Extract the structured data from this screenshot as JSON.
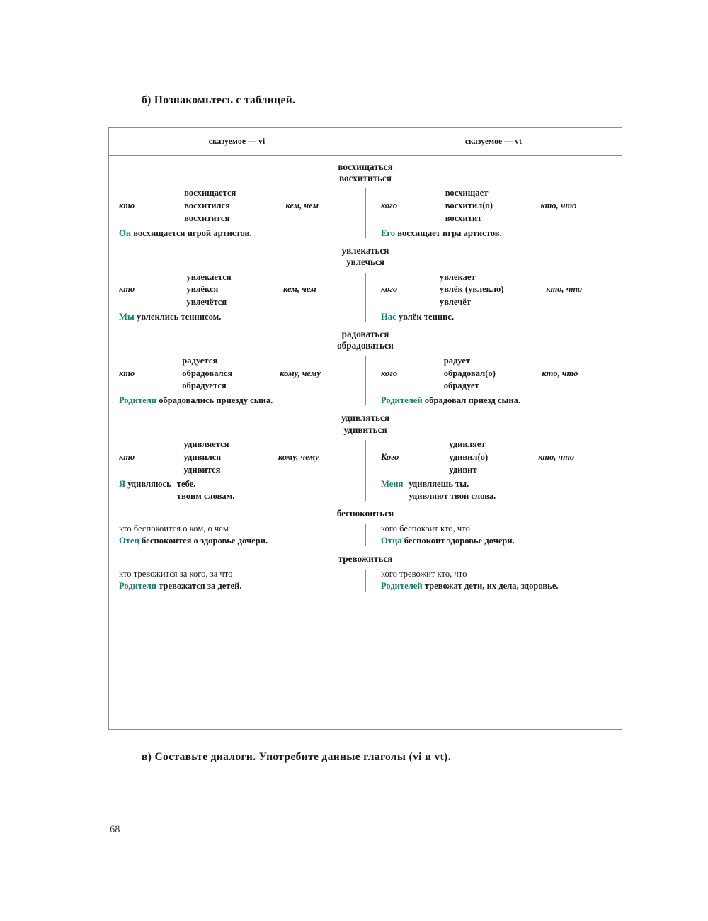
{
  "page": {
    "number": "68",
    "instruction_b": "б) Познакомьтесь с таблицей.",
    "instruction_v": "в) Составьте диалоги. Употребите данные глаголы (vi и vt)."
  },
  "table": {
    "header": {
      "left": "сказуемое — vi",
      "right": "сказуемое — vt"
    },
    "blocks": [
      {
        "infinitive_vi": "восхищаться",
        "infinitive_vt": "восхититься",
        "left": {
          "case_left": "кто",
          "forms": [
            "восхищается",
            "восхитился",
            "восхитится"
          ],
          "case_right": "кем, чем",
          "example_subject": "Он",
          "example_rest": "восхищается игрой артистов."
        },
        "right": {
          "case_left": "кого",
          "forms": [
            "восхищает",
            "восхитил(о)",
            "восхитит"
          ],
          "case_right": "кто, что",
          "example_subject": "Его",
          "example_rest": "восхищает игра артистов."
        }
      },
      {
        "infinitive_vi": "увлекаться",
        "infinitive_vt": "увлечься",
        "left": {
          "case_left": "кто",
          "forms": [
            "увлекается",
            "увлёкся",
            "увлечётся"
          ],
          "case_right": "кем, чем",
          "example_subject": "Мы",
          "example_rest": "увлеклись теннисом."
        },
        "right": {
          "case_left": "кого",
          "forms": [
            "увлекает",
            "увлёк (увлекло)",
            "увлечёт"
          ],
          "case_right": "кто, что",
          "example_subject": "Нас",
          "example_rest": "увлёк теннис."
        }
      },
      {
        "infinitive_vi": "радоваться",
        "infinitive_vt": "обрадоваться",
        "left": {
          "case_left": "кто",
          "forms": [
            "радуется",
            "обрадовался",
            "обрадуется"
          ],
          "case_right": "кому, чему",
          "example_subject": "Родители",
          "example_rest": "обрадовались приезду сына."
        },
        "right": {
          "case_left": "кого",
          "forms": [
            "радует",
            "обрадовал(о)",
            "обрадует"
          ],
          "case_right": "кто, что",
          "example_subject": "Родителей",
          "example_rest": "обрадовал приезд сына."
        }
      },
      {
        "infinitive_vi": "удивляться",
        "infinitive_vt": "удивиться",
        "left": {
          "case_left": "кто",
          "forms": [
            "удивляется",
            "удивился",
            "удивится"
          ],
          "case_right": "кому, чему",
          "example_subject": "Я",
          "example_rest": "удивляюсь",
          "example_objects": [
            "тебе.",
            "твоим словам."
          ]
        },
        "right": {
          "case_left": "Кого",
          "forms": [
            "удивляет",
            "удивил(о)",
            "удивит"
          ],
          "case_right": "кто, что",
          "example_subject": "Меня",
          "example_objects": [
            "удивляешь ты.",
            "удивляют твои слова."
          ]
        }
      },
      {
        "infinitive_vi": "беспокоиться",
        "infinitive_vt": "",
        "left": {
          "pattern": "кто беспокоится о ком, о чём",
          "example_subject": "Отец",
          "example_rest": "беспокоится о здоровье дочери."
        },
        "right": {
          "pattern": "кого беспокоит кто, что",
          "example_subject": "Отца",
          "example_rest": "беспокоит здоровье дочери."
        }
      },
      {
        "infinitive_vi": "тревожиться",
        "infinitive_vt": "",
        "left": {
          "pattern": "кто тревожится за кого, за что",
          "example_subject": "Родители",
          "example_rest": "тревожатся за детей."
        },
        "right": {
          "pattern": "кого тревожит кто, что",
          "example_subject": "Родителей",
          "example_rest": "тревожат дети, их дела, здоровье."
        }
      }
    ]
  },
  "colors": {
    "accent_green": "#12806a",
    "border": "#8a8a8a",
    "text": "#1b1b1b"
  }
}
